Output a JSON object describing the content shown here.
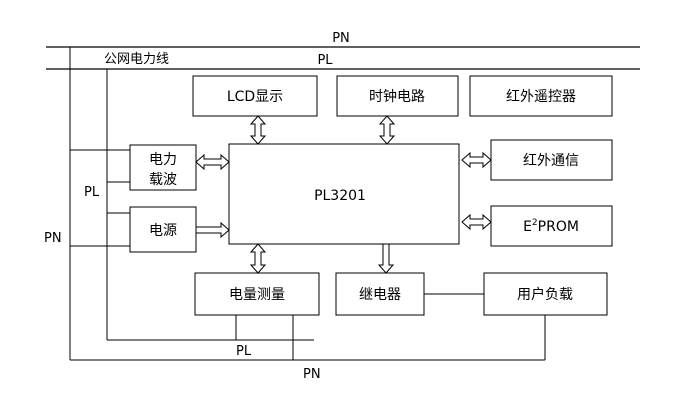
{
  "lines": {
    "pn_top": "PN",
    "pl_top": "PL",
    "grid_line": "公网电力线",
    "pl_left": "PL",
    "pn_left": "PN",
    "pl_bottom": "PL",
    "pn_bottom": "PN"
  },
  "blocks": {
    "lcd": "LCD显示",
    "clock": "时钟电路",
    "ir_remote": "红外遥控器",
    "carrier_line1": "电力",
    "carrier_line2": "载波",
    "mcu": "PL3201",
    "ir_comm": "红外通信",
    "power": "电源",
    "eeprom_e": "E",
    "eeprom_sup": "2",
    "eeprom_rest": "PROM",
    "metering": "电量测量",
    "relay": "继电器",
    "user_load": "用户负载"
  }
}
